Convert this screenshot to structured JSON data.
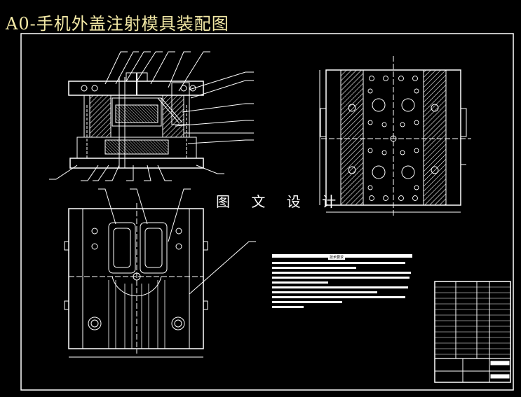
{
  "title": "A0-手机外盖注射模具装配图",
  "watermark": "图 文 设 计",
  "tech_notes_title": "技术要求",
  "colors": {
    "background": "#000000",
    "lines": "#ffffff",
    "title": "#f3e9a6",
    "hatch": "#ffffff"
  }
}
